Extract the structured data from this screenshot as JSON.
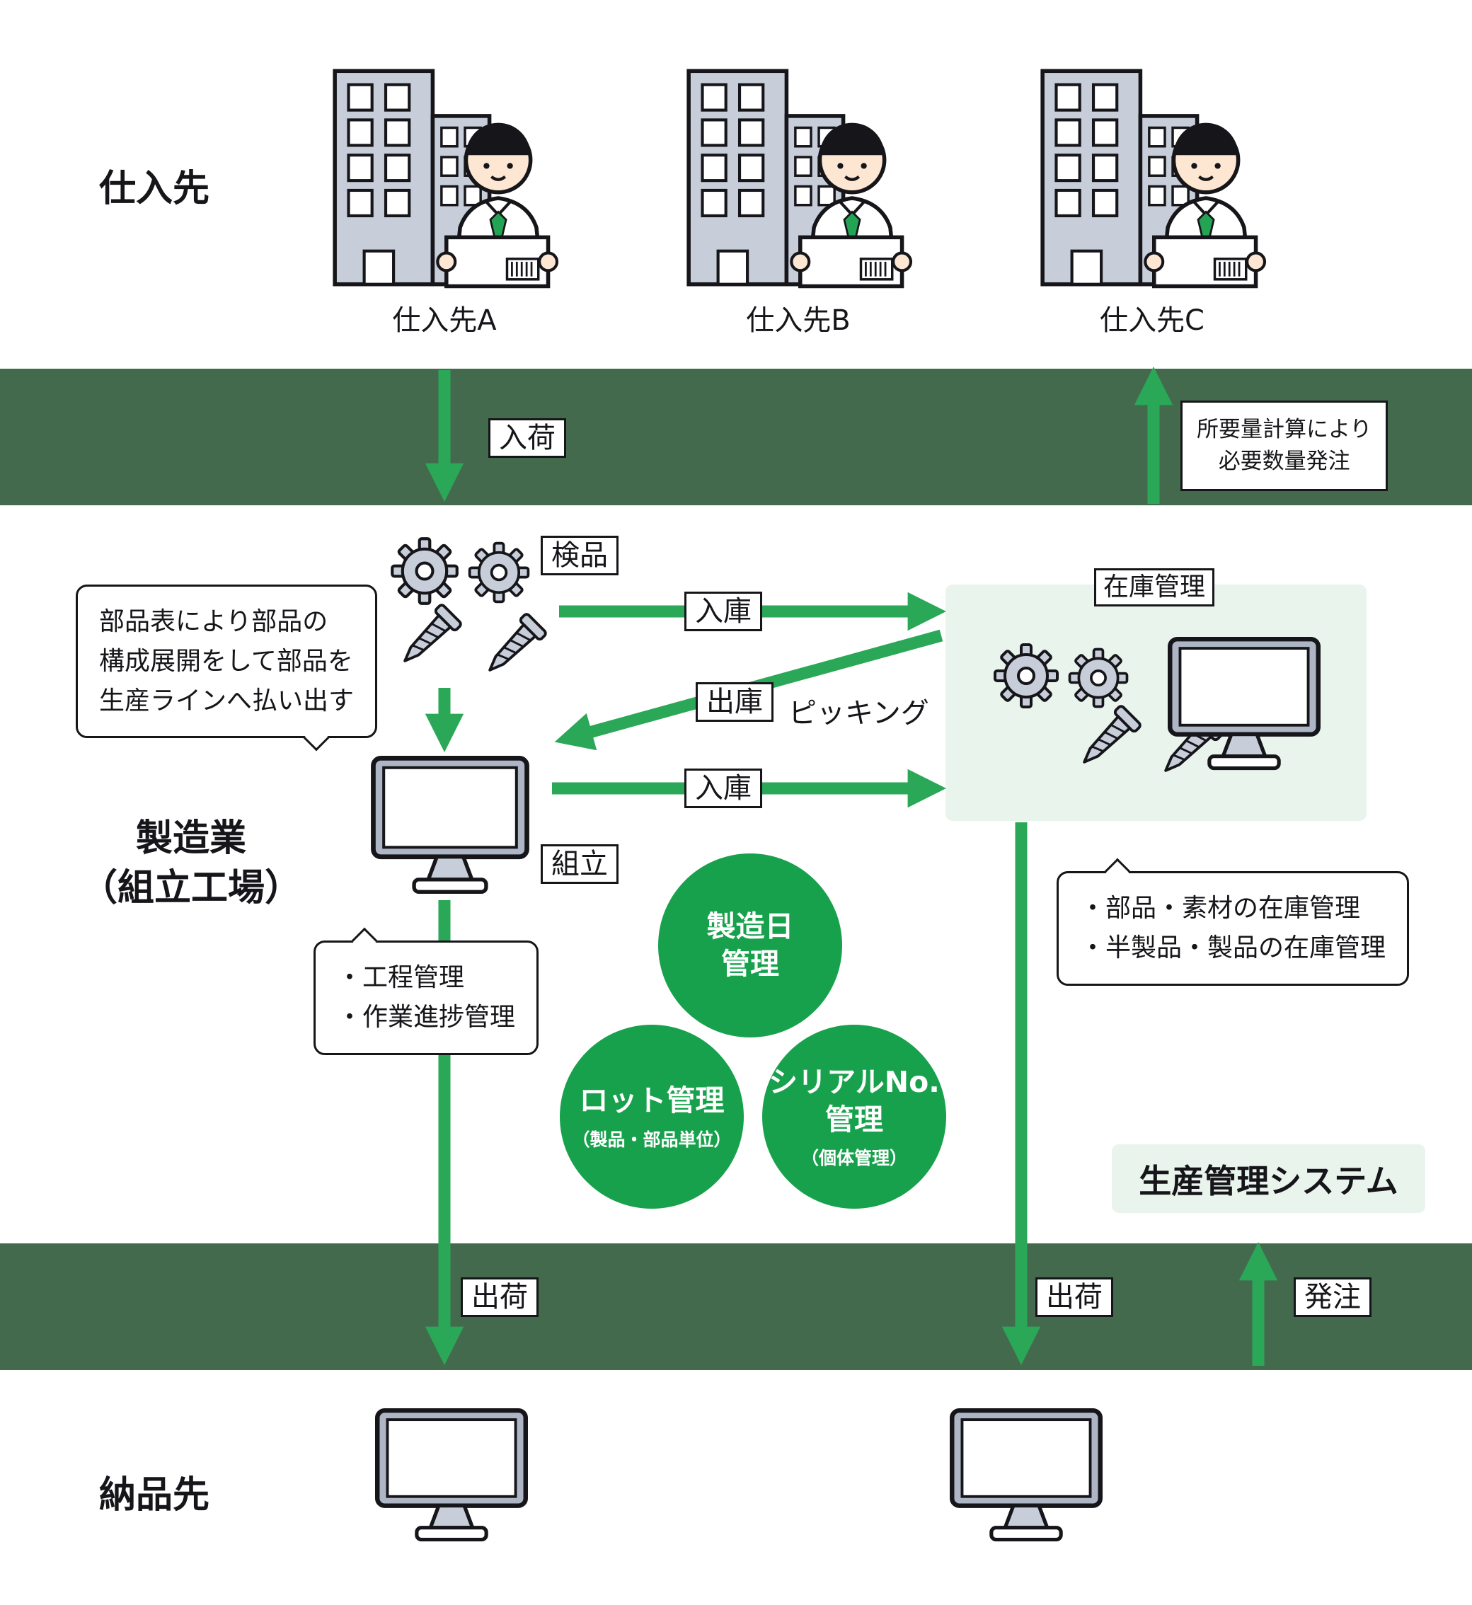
{
  "colors": {
    "band_green": "#446a4e",
    "arrow_green": "#2aa857",
    "circle_green": "#18a14c",
    "panel_green": "#e9f4ec"
  },
  "sections": {
    "suppliers": {
      "title": "仕入先",
      "items": [
        {
          "label": "仕入先A"
        },
        {
          "label": "仕入先B"
        },
        {
          "label": "仕入先C"
        }
      ]
    },
    "factory": {
      "title_line1": "製造業",
      "title_line2": "（組立工場）"
    },
    "customers": {
      "title": "納品先"
    }
  },
  "flows": {
    "arrival": "入荷",
    "order_calc_line1": "所要量計算により",
    "order_calc_line2": "必要数量発注",
    "inspection": "検品",
    "stock_in": "入庫",
    "stock_out": "出庫",
    "picking": "ピッキング",
    "assembly": "組立",
    "inventory_control": "在庫管理",
    "shipping": "出荷",
    "ordering": "発注"
  },
  "bubbles": {
    "bom": {
      "lines": [
        "部品表により部品の",
        "構成展開をして部品を",
        "生産ラインへ払い出す"
      ]
    },
    "process": {
      "lines": [
        "・工程管理",
        "・作業進捗管理"
      ]
    },
    "inventory": {
      "lines": [
        "・部品・素材の在庫管理",
        "・半製品・製品の在庫管理"
      ]
    }
  },
  "circles": {
    "mfg_date": {
      "line1": "製造日",
      "line2": "管理"
    },
    "lot": {
      "main": "ロット管理",
      "sub": "（製品・部品単位）"
    },
    "serial": {
      "main1": "シリアルNo.",
      "main2": "管理",
      "sub": "（個体管理）"
    }
  },
  "system_label": "生産管理システム"
}
